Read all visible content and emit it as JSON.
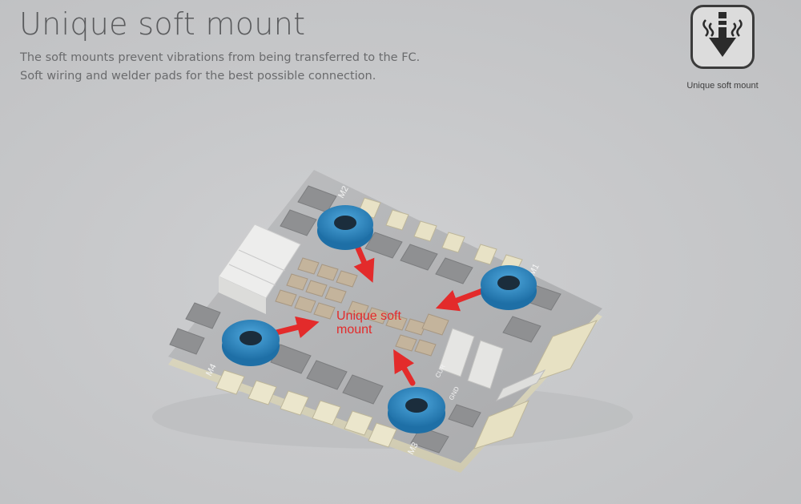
{
  "heading": "Unique soft mount",
  "description": [
    "The soft mounts prevent vibrations from being transferred to the FC.",
    "Soft wiring and welder pads for the best possible connection."
  ],
  "badge": {
    "icon": "soft-mount-icon",
    "label": "Unique soft mount"
  },
  "callout": {
    "line1": "Unique soft",
    "line2": "mount",
    "color": "#e32b2b"
  },
  "grommet_color": "#2f8ec8",
  "pcb_labels": {
    "motor2": "M2",
    "motor1": "M1",
    "motor3": "M3",
    "motor4": "M4",
    "pad_current": "CUR",
    "pad_gnd": "GND"
  }
}
